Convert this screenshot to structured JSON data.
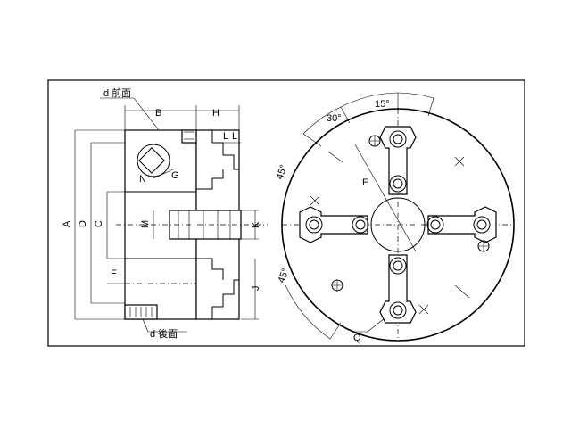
{
  "labels": {
    "d_front": "d 前面",
    "d_back": "d 後面",
    "B": "B",
    "H": "H",
    "L1": "L",
    "L2": "L",
    "A": "A",
    "D": "D",
    "C": "C",
    "M": "M",
    "K": "K",
    "J": "J",
    "F": "F",
    "N": "N",
    "G": "G",
    "E": "E",
    "Q": "Q",
    "ang15": "15°",
    "ang30": "30°",
    "ang45a": "45°",
    "ang45b": "45°"
  },
  "colors": {
    "background": "#ffffff",
    "line": "#000000"
  }
}
